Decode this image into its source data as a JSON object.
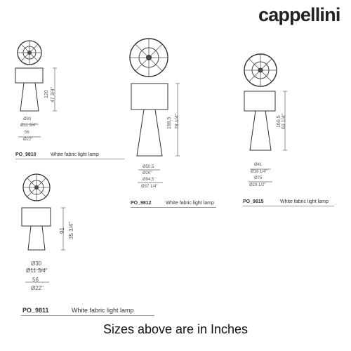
{
  "brand": {
    "name": "cappellini"
  },
  "footer": {
    "text": "Sizes above are in Inches"
  },
  "products": [
    {
      "code": "PO_9810",
      "description": "White fabric light lamp",
      "height_mm": "120",
      "height_in": "47 3/4\"",
      "shade_diameter_mm": "Ø30",
      "shade_diameter_in": "Ø11 3/4\"",
      "base_diameter_mm": "56",
      "base_diameter_in": "Ø22\""
    },
    {
      "code": "PO_9812",
      "description": "White fabric light lamp",
      "height_mm": "198,5",
      "height_in": "78 1/4\"",
      "shade_diameter_mm": "Ø50,5",
      "shade_diameter_in": "Ø20\"",
      "base_diameter_mm": "Ø94,5",
      "base_diameter_in": "Ø37 1/4\""
    },
    {
      "code": "PO_9815",
      "description": "White fabric light lamp",
      "height_mm": "160,5",
      "height_in": "63 1/4\"",
      "shade_diameter_mm": "Ø41",
      "shade_diameter_in": "Ø16 1/4\"",
      "base_diameter_mm": "Ø75",
      "base_diameter_in": "Ø29 1/2\""
    },
    {
      "code": "PO_9811",
      "description": "White fabric light lamp",
      "height_mm": "91",
      "height_in": "35 3/4\"",
      "shade_diameter_mm": "Ø30",
      "shade_diameter_in": "Ø11 3/4\"",
      "base_diameter_mm": "56",
      "base_diameter_in": "Ø22\""
    }
  ]
}
